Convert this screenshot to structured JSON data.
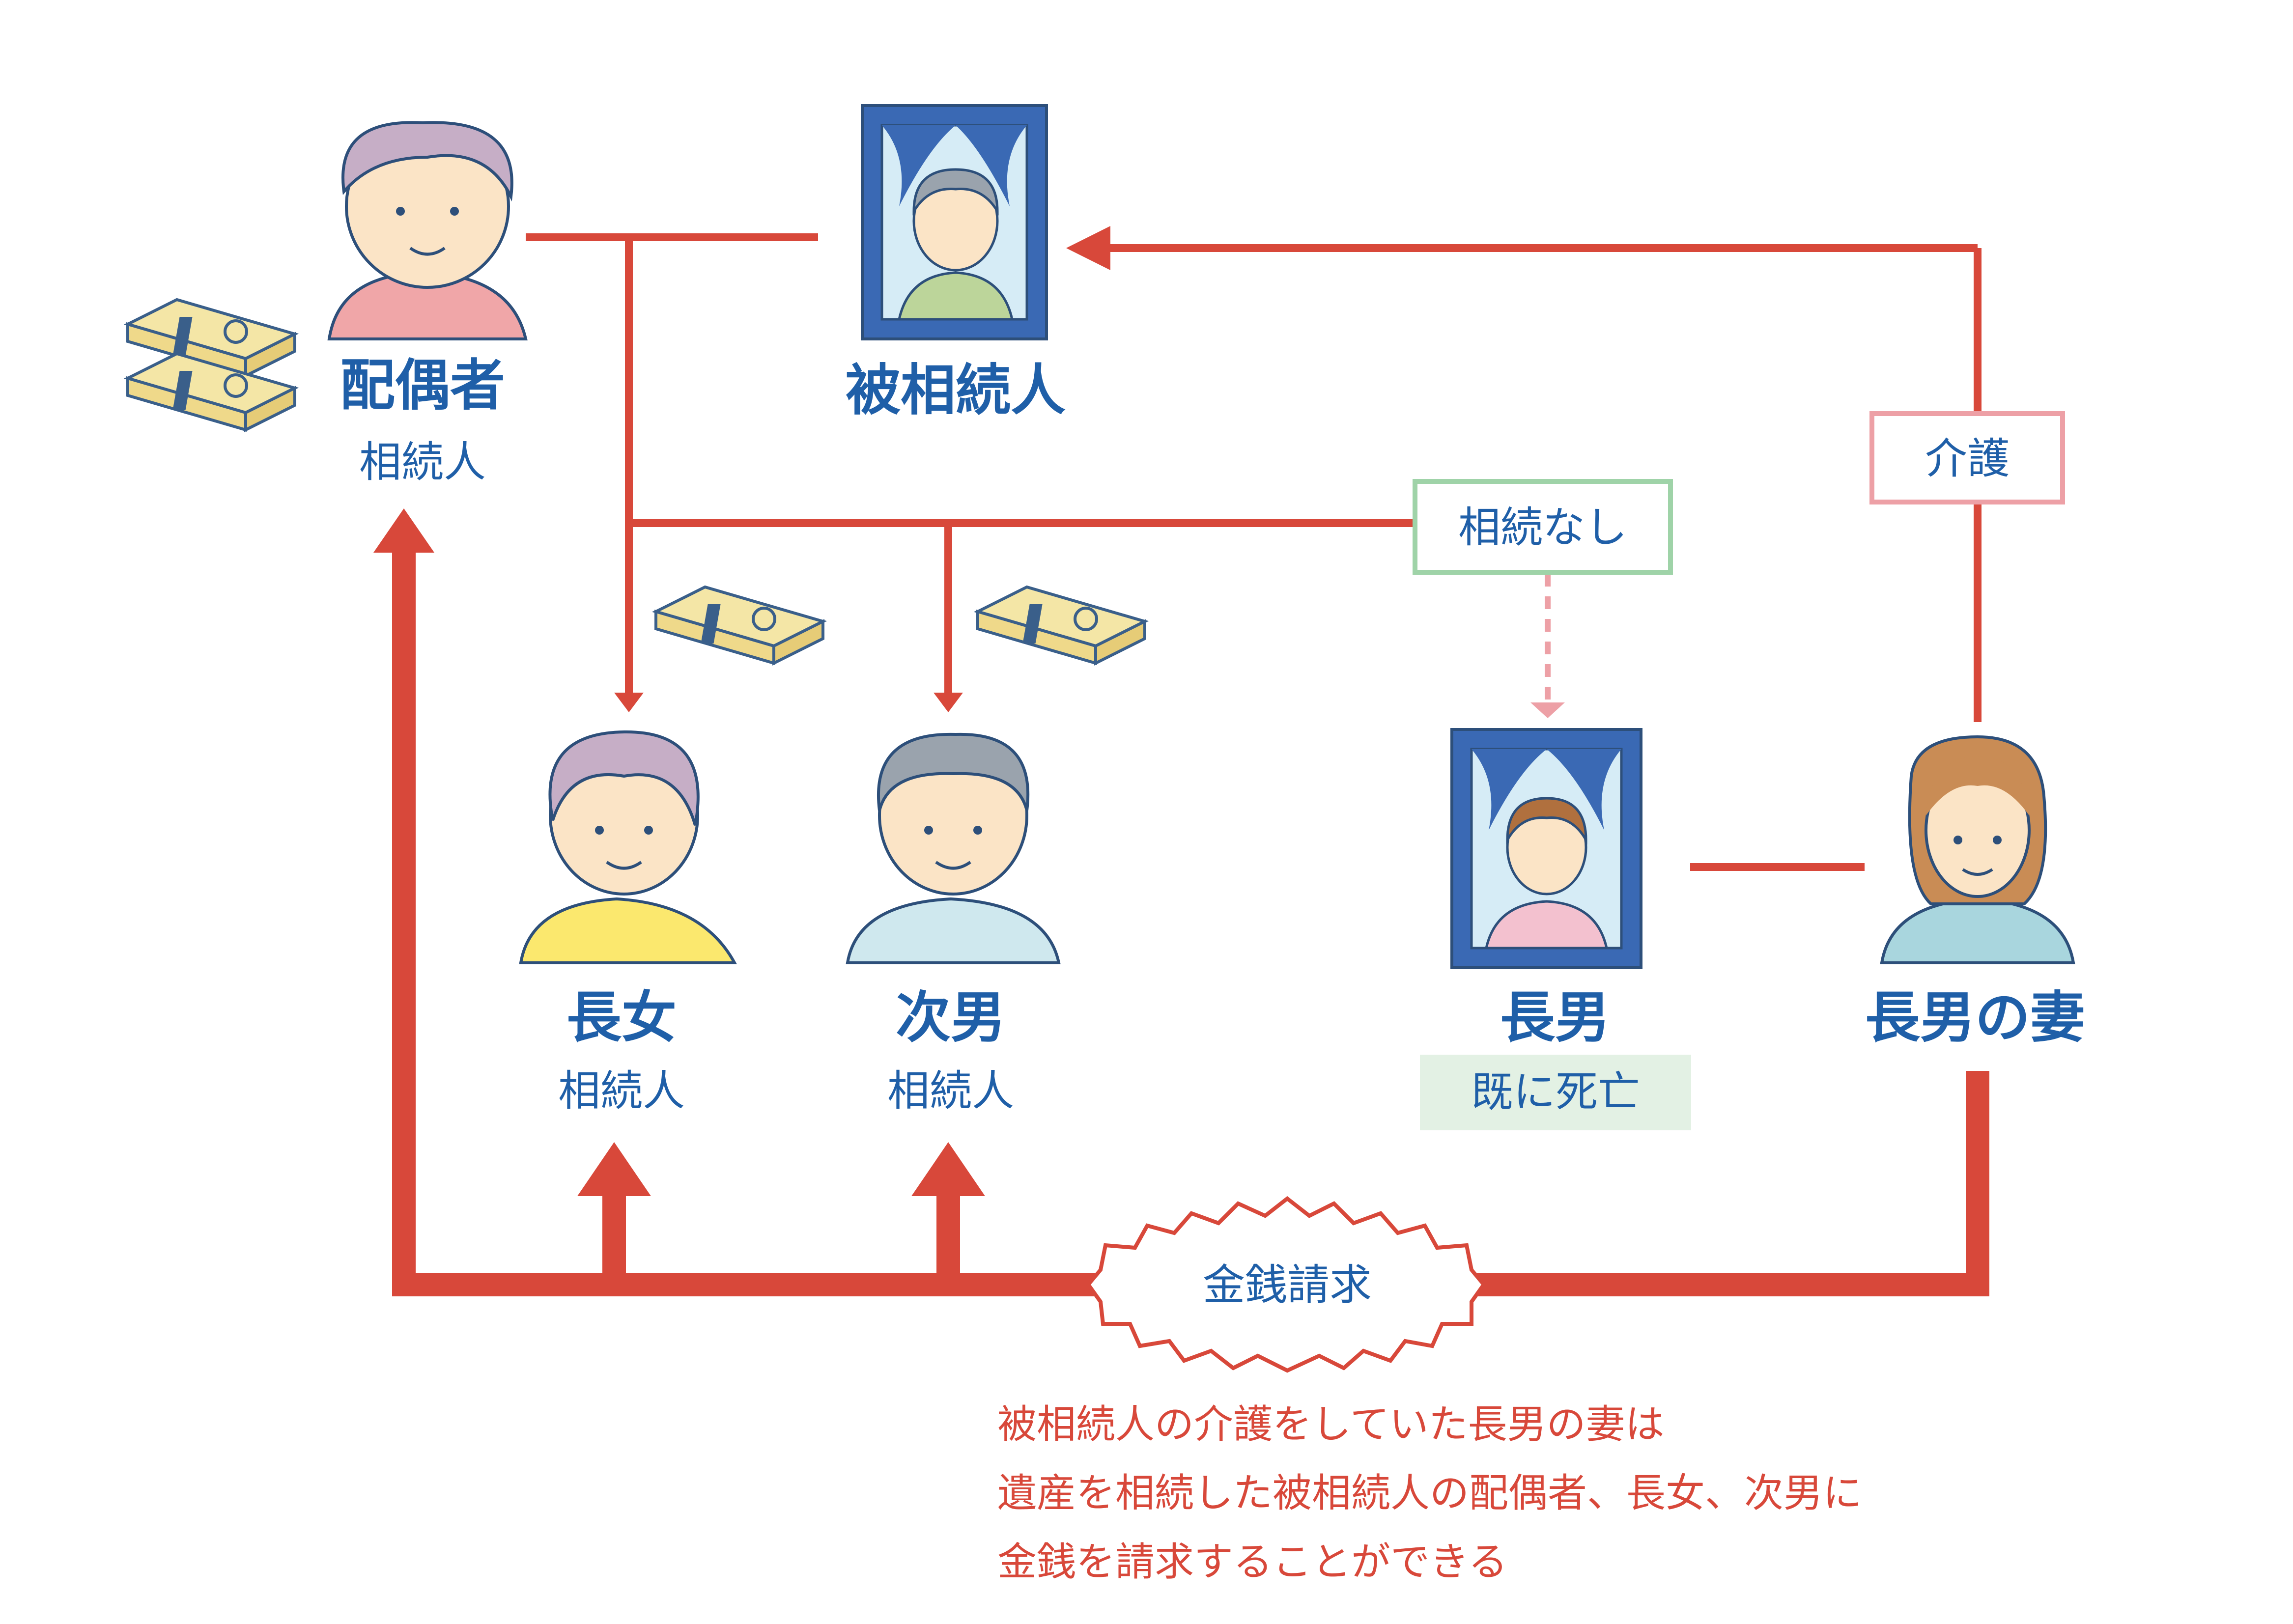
{
  "colors": {
    "line": "#d8483a",
    "label": "#1f5fa8",
    "care_box": "#eda0a6",
    "none_box": "#9fd3a8",
    "dead_badge": "#e3f1e4",
    "note": "#d8483a"
  },
  "nodes": {
    "spouse": {
      "name": "配偶者",
      "role": "相続人"
    },
    "deceased": {
      "name": "被相続人"
    },
    "eldest_daughter": {
      "name": "長女",
      "role": "相続人"
    },
    "second_son": {
      "name": "次男",
      "role": "相続人"
    },
    "eldest_son": {
      "name": "長男",
      "status": "既に死亡"
    },
    "eldest_son_wife": {
      "name": "長男の妻"
    }
  },
  "boxes": {
    "care": "介護",
    "no_inheritance": "相続なし",
    "claim": "金銭請求"
  },
  "note_lines": [
    "被相続人の介護をしていた長男の妻は",
    "遺産を相続した被相続人の配偶者、長女、次男に",
    "金銭を請求することができる"
  ],
  "icons": [
    "money-bundle-icon",
    "portrait-frame-icon",
    "person-icon"
  ]
}
